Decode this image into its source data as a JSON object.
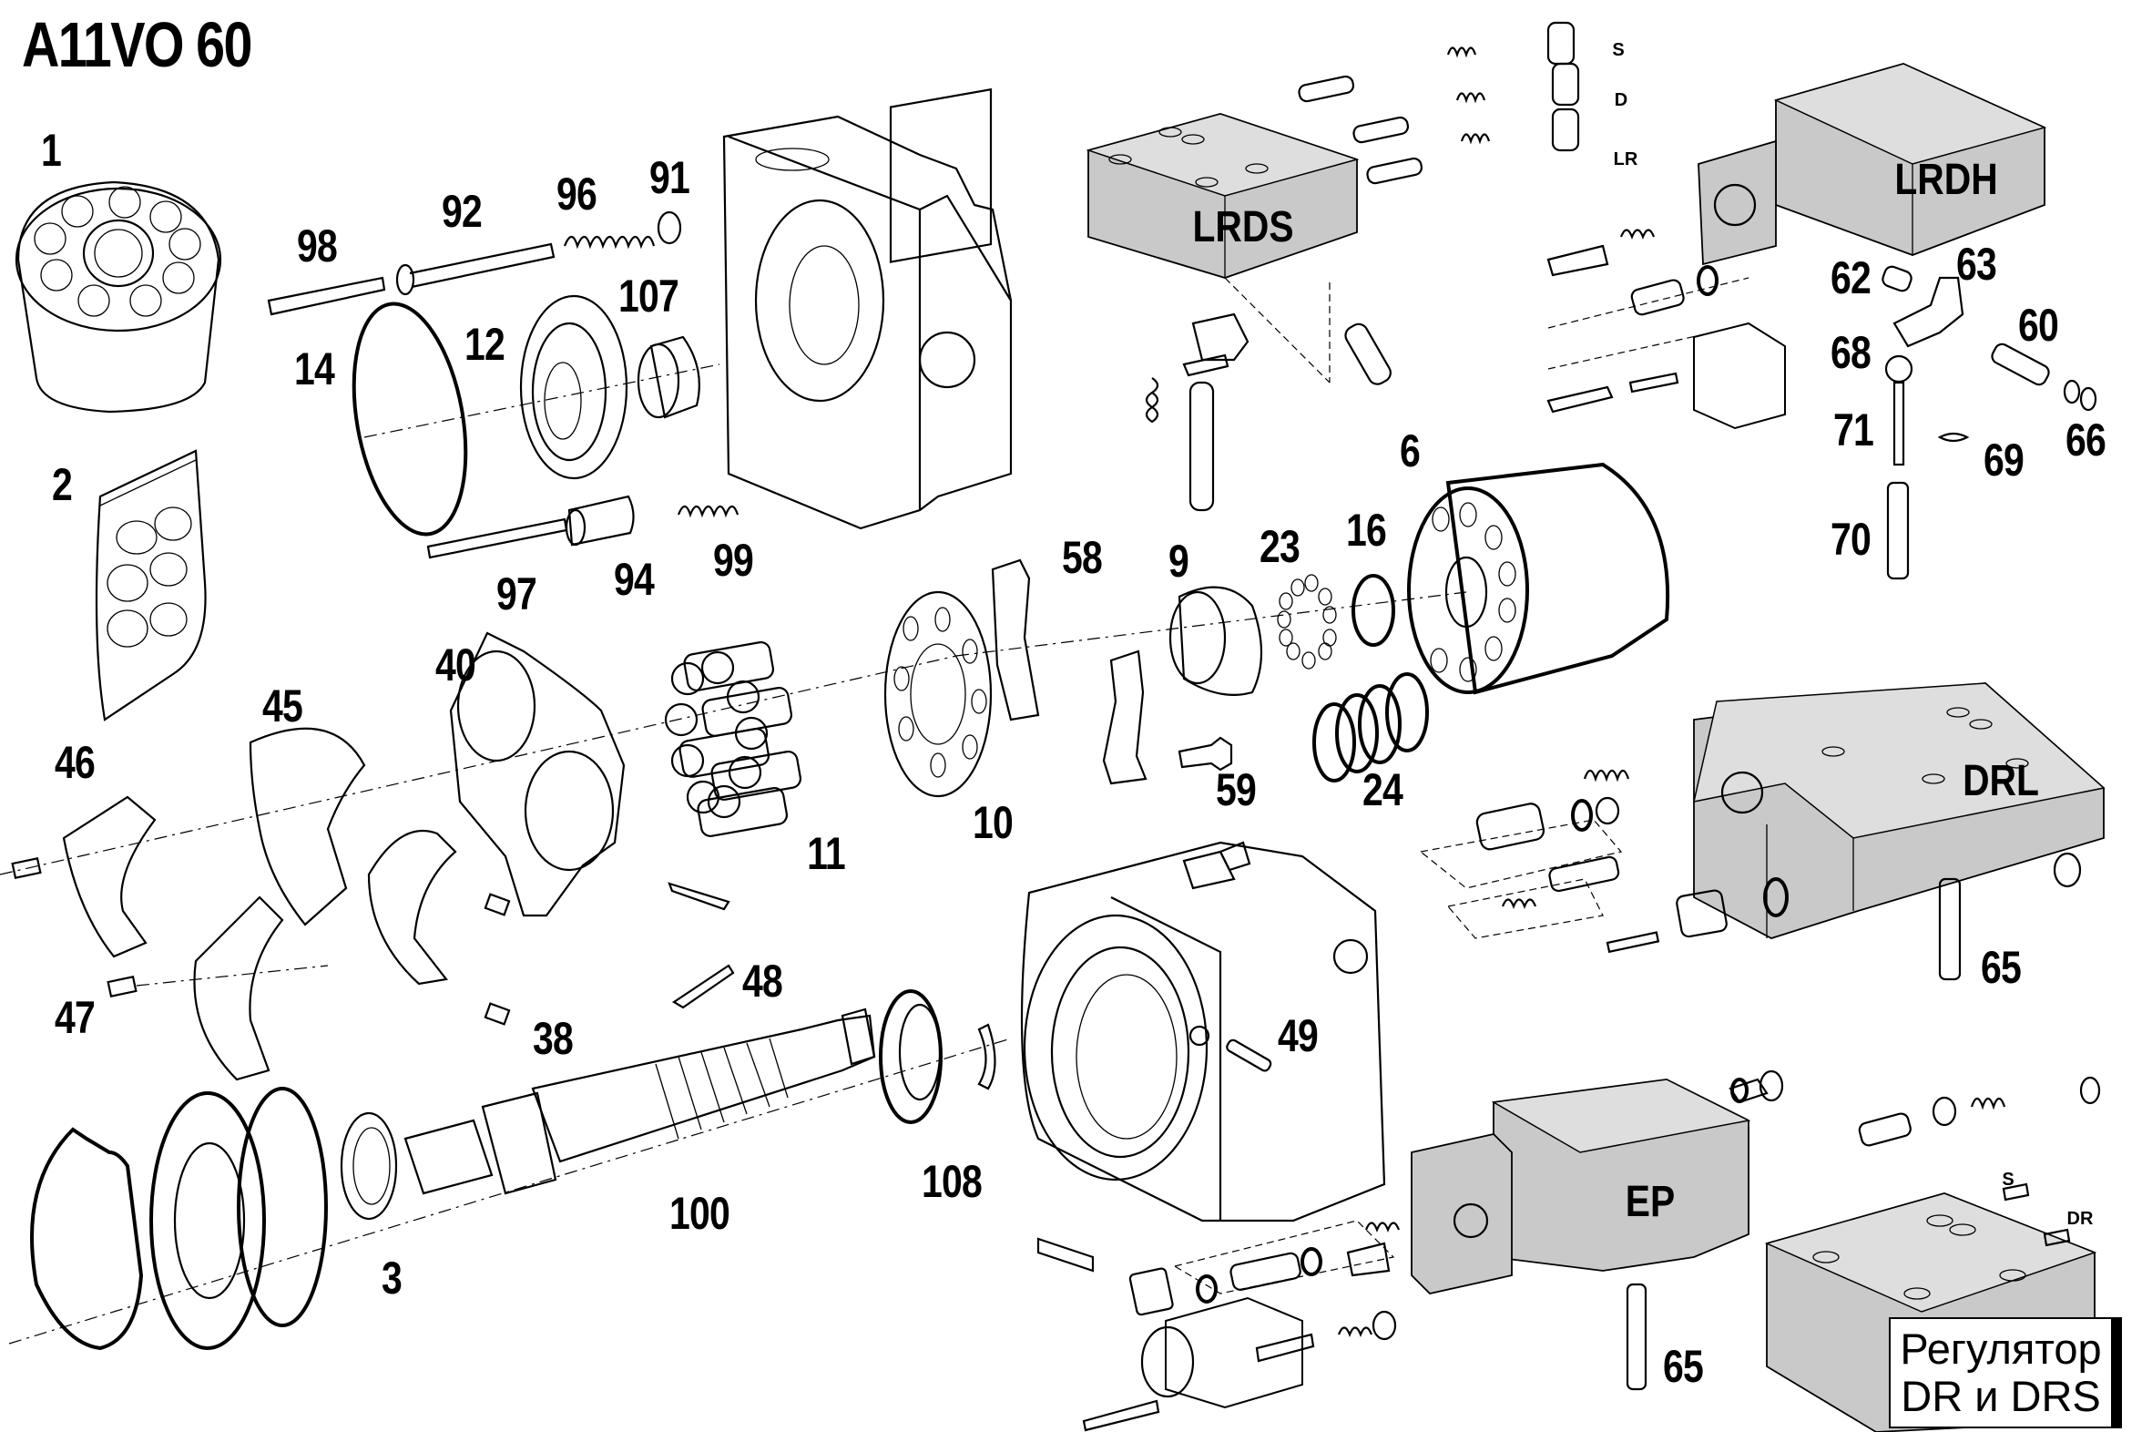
{
  "title": "A11VO 60",
  "colors": {
    "background": "#ffffff",
    "line": "#000000",
    "regulator_block_fill": "#c9c9c9"
  },
  "part_labels": [
    {
      "id": "1",
      "text": "1"
    },
    {
      "id": "2",
      "text": "2"
    },
    {
      "id": "3",
      "text": "3"
    },
    {
      "id": "6",
      "text": "6"
    },
    {
      "id": "9",
      "text": "9"
    },
    {
      "id": "10",
      "text": "10"
    },
    {
      "id": "11",
      "text": "11"
    },
    {
      "id": "12",
      "text": "12"
    },
    {
      "id": "14",
      "text": "14"
    },
    {
      "id": "16",
      "text": "16"
    },
    {
      "id": "23",
      "text": "23"
    },
    {
      "id": "24",
      "text": "24"
    },
    {
      "id": "38",
      "text": "38"
    },
    {
      "id": "40",
      "text": "40"
    },
    {
      "id": "45",
      "text": "45"
    },
    {
      "id": "46",
      "text": "46"
    },
    {
      "id": "47",
      "text": "47"
    },
    {
      "id": "48",
      "text": "48"
    },
    {
      "id": "49",
      "text": "49"
    },
    {
      "id": "58",
      "text": "58"
    },
    {
      "id": "59",
      "text": "59"
    },
    {
      "id": "60",
      "text": "60"
    },
    {
      "id": "62",
      "text": "62"
    },
    {
      "id": "63",
      "text": "63"
    },
    {
      "id": "65a",
      "text": "65"
    },
    {
      "id": "65b",
      "text": "65"
    },
    {
      "id": "66",
      "text": "66"
    },
    {
      "id": "68",
      "text": "68"
    },
    {
      "id": "69",
      "text": "69"
    },
    {
      "id": "70",
      "text": "70"
    },
    {
      "id": "71",
      "text": "71"
    },
    {
      "id": "91",
      "text": "91"
    },
    {
      "id": "92",
      "text": "92"
    },
    {
      "id": "94",
      "text": "94"
    },
    {
      "id": "96",
      "text": "96"
    },
    {
      "id": "97",
      "text": "97"
    },
    {
      "id": "98",
      "text": "98"
    },
    {
      "id": "99",
      "text": "99"
    },
    {
      "id": "100",
      "text": "100"
    },
    {
      "id": "107",
      "text": "107"
    },
    {
      "id": "108",
      "text": "108"
    }
  ],
  "regulator_blocks": {
    "lrds": "LRDS",
    "lrdh": "LRDH",
    "drl": "DRL",
    "ep": "EP"
  },
  "port_labels": {
    "lrds_s": "S",
    "lrds_d": "D",
    "lrds_lr": "LR",
    "dr_s": "S",
    "dr_dr": "DR"
  },
  "legend": {
    "line1": "Регулятор",
    "line2": "DR и DRS"
  }
}
